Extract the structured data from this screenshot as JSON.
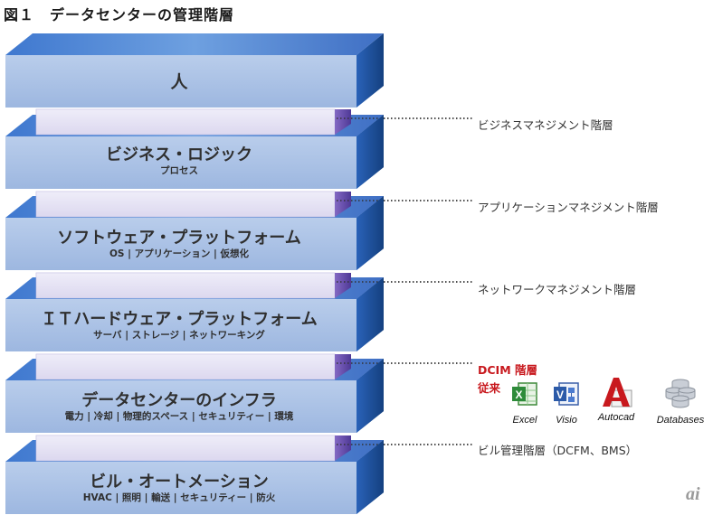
{
  "figure_title": "図１　データセンターの管理階層",
  "layers": [
    {
      "main": "人",
      "sub": ""
    },
    {
      "main": "ビジネス・ロジック",
      "sub": "プロセス"
    },
    {
      "main": "ソフトウェア・プラットフォーム",
      "sub": "OS | アプリケーション | 仮想化"
    },
    {
      "main": "ＩＴハードウェア・プラットフォーム",
      "sub": "サーバ | ストレージ | ネットワーキング"
    },
    {
      "main": "データセンターのインフラ",
      "sub": "電力 | 冷却 | 物理的スペース | セキュリティー | 環境"
    },
    {
      "main": "ビル・オートメーション",
      "sub": "HVAC | 照明 | 輸送 | セキュリティー | 防火"
    }
  ],
  "management_levels": [
    "ビジネスマネジメント階層",
    "アプリケーションマネジメント階層",
    "ネットワークマネジメント階層",
    "DCIM 階層",
    "ビル管理階層（DCFM、BMS）"
  ],
  "dcim_conventional": "従来",
  "tools": [
    {
      "label": "Excel",
      "icon": "excel-icon"
    },
    {
      "label": "Visio",
      "icon": "visio-icon"
    },
    {
      "label": "Autocad",
      "icon": "autocad-icon"
    },
    {
      "label": "Databases",
      "icon": "database-icon"
    }
  ],
  "logo_text": "ai",
  "colors": {
    "block_front": "#a9c1e4",
    "block_top": "#5b8fd6",
    "block_side": "#1f4f9e",
    "connector": "#e4e1f4",
    "connector_side": "#6a4fae",
    "dcim_text": "#c8191e"
  }
}
